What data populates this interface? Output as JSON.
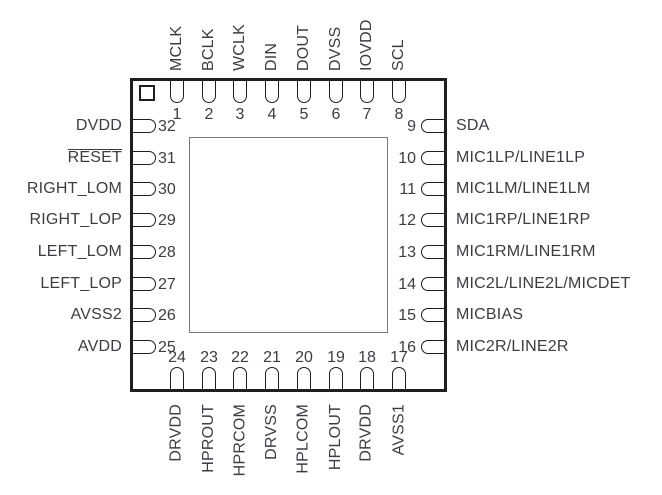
{
  "colors": {
    "background": "#ffffff",
    "line": "#1e1e1e",
    "text": "#3b3d42",
    "inner_square": "#7a7a7a"
  },
  "pins": {
    "top": [
      {
        "num": "1",
        "label": "MCLK"
      },
      {
        "num": "2",
        "label": "BCLK"
      },
      {
        "num": "3",
        "label": "WCLK"
      },
      {
        "num": "4",
        "label": "DIN"
      },
      {
        "num": "5",
        "label": "DOUT"
      },
      {
        "num": "6",
        "label": "DVSS"
      },
      {
        "num": "7",
        "label": "IOVDD"
      },
      {
        "num": "8",
        "label": "SCL"
      }
    ],
    "right": [
      {
        "num": "9",
        "label": "SDA"
      },
      {
        "num": "10",
        "label": "MIC1LP/LINE1LP"
      },
      {
        "num": "11",
        "label": "MIC1LM/LINE1LM"
      },
      {
        "num": "12",
        "label": "MIC1RP/LINE1RP"
      },
      {
        "num": "13",
        "label": "MIC1RM/LINE1RM"
      },
      {
        "num": "14",
        "label": "MIC2L/LINE2L/MICDET"
      },
      {
        "num": "15",
        "label": "MICBIAS"
      },
      {
        "num": "16",
        "label": "MIC2R/LINE2R"
      }
    ],
    "bottom": [
      {
        "num": "24",
        "label": "DRVDD"
      },
      {
        "num": "23",
        "label": "HPROUT"
      },
      {
        "num": "22",
        "label": "HPRCOM"
      },
      {
        "num": "21",
        "label": "DRVSS"
      },
      {
        "num": "20",
        "label": "HPLCOM"
      },
      {
        "num": "19",
        "label": "HPLOUT"
      },
      {
        "num": "18",
        "label": "DRVDD"
      },
      {
        "num": "17",
        "label": "AVSS1"
      }
    ],
    "left": [
      {
        "num": "32",
        "label": "DVDD"
      },
      {
        "num": "31",
        "label": "RESET",
        "overline": true
      },
      {
        "num": "30",
        "label": "RIGHT_LOM"
      },
      {
        "num": "29",
        "label": "RIGHT_LOP"
      },
      {
        "num": "28",
        "label": "LEFT_LOM"
      },
      {
        "num": "27",
        "label": "LEFT_LOP"
      },
      {
        "num": "26",
        "label": "AVSS2"
      },
      {
        "num": "25",
        "label": "AVDD"
      }
    ]
  }
}
